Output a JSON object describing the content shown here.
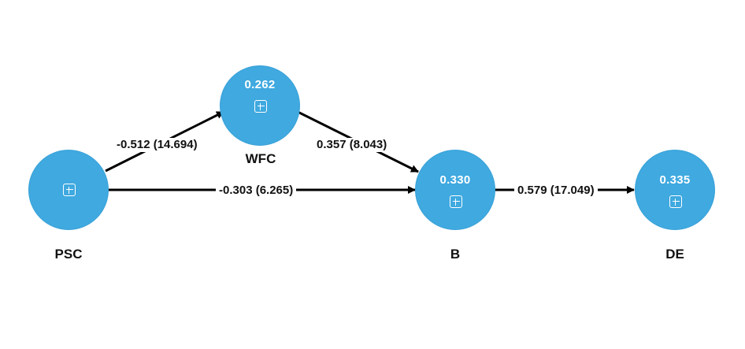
{
  "nodes": {
    "wfc": {
      "label": "WFC",
      "value": "0.262"
    },
    "psc": {
      "label": "PSC",
      "value": ""
    },
    "b": {
      "label": "B",
      "value": "0.330"
    },
    "de": {
      "label": "DE",
      "value": "0.335"
    }
  },
  "edges": {
    "psc_wfc": "-0.512 (14.694)",
    "wfc_b": "0.357 (8.043)",
    "psc_b": "-0.303 (6.265)",
    "b_de": "0.579 (17.049)"
  },
  "colors": {
    "node_fill": "#3fa9e0",
    "edge": "#000000",
    "text": "#111111"
  },
  "icons": {
    "node_toggle": "plus-square-icon"
  }
}
